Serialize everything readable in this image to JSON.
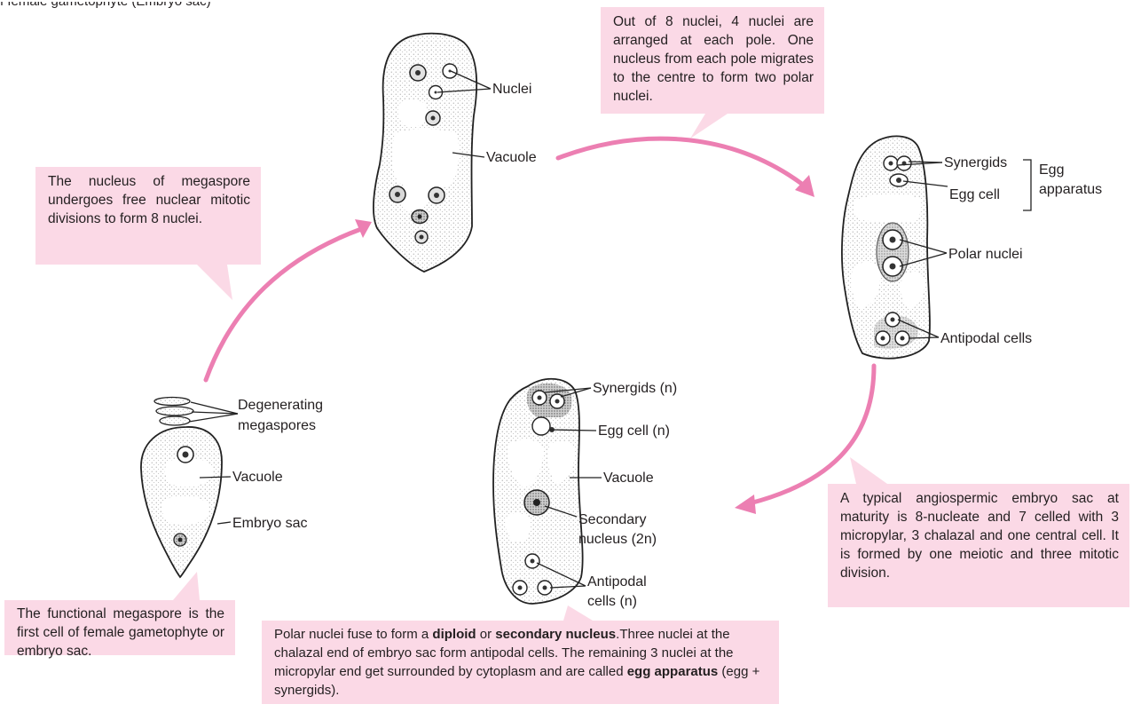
{
  "header_text": "f female gametophyte (Embryo sac)",
  "callouts": {
    "pole_migration": "Out of 8 nuclei, 4 nuclei are arranged at each pole. One nucleus from each pole migrates to the centre to form two polar nuclei.",
    "free_nuclear": "The nucleus of megaspore undergoes free nuclear mitotic divisions to form 8 nuclei.",
    "mature_sac": "A typical angiospermic embryo sac at maturity is 8-nucleate and 7 celled with 3 micropylar, 3 chalazal and one central cell. It is formed by one meiotic and three mitotic division.",
    "functional_megaspore": "The functional megaspore is the first cell of female gametophyte or embryo sac.",
    "fusion": {
      "p1": "Polar nuclei fuse to form a ",
      "b1": "diploid",
      "p2": " or ",
      "b2": "secondary nucleus",
      "p3": ".Three nuclei at the chalazal end of embryo sac form antipodal cells. The remaining 3 nuclei at the micropylar end get surrounded by cytoplasm and are called ",
      "b3": "egg apparatus",
      "p4": " (egg + synergids)."
    }
  },
  "labels": {
    "nuclei": "Nuclei",
    "vacuole_top": "Vacuole",
    "synergids": "Synergids",
    "egg_cell": "Egg cell",
    "egg_apparatus_1": "Egg",
    "egg_apparatus_2": "apparatus",
    "polar_nuclei": "Polar nuclei",
    "antipodal_cells": "Antipodal cells",
    "degenerating_1": "Degenerating",
    "degenerating_2": "megaspores",
    "vacuole_left": "Vacuole",
    "embryo_sac": "Embryo sac",
    "synergids_n": "Synergids (n)",
    "egg_cell_n": "Egg cell (n)",
    "vacuole_bottom": "Vacuole",
    "secondary_1": "Secondary",
    "secondary_2": "nucleus (2n)",
    "antipodal_1": "Antipodal",
    "antipodal_2": "cells (n)"
  },
  "colors": {
    "callout_fill": "#fbd9e6",
    "arrow": "#ec7fb2",
    "ink": "#231f20"
  }
}
